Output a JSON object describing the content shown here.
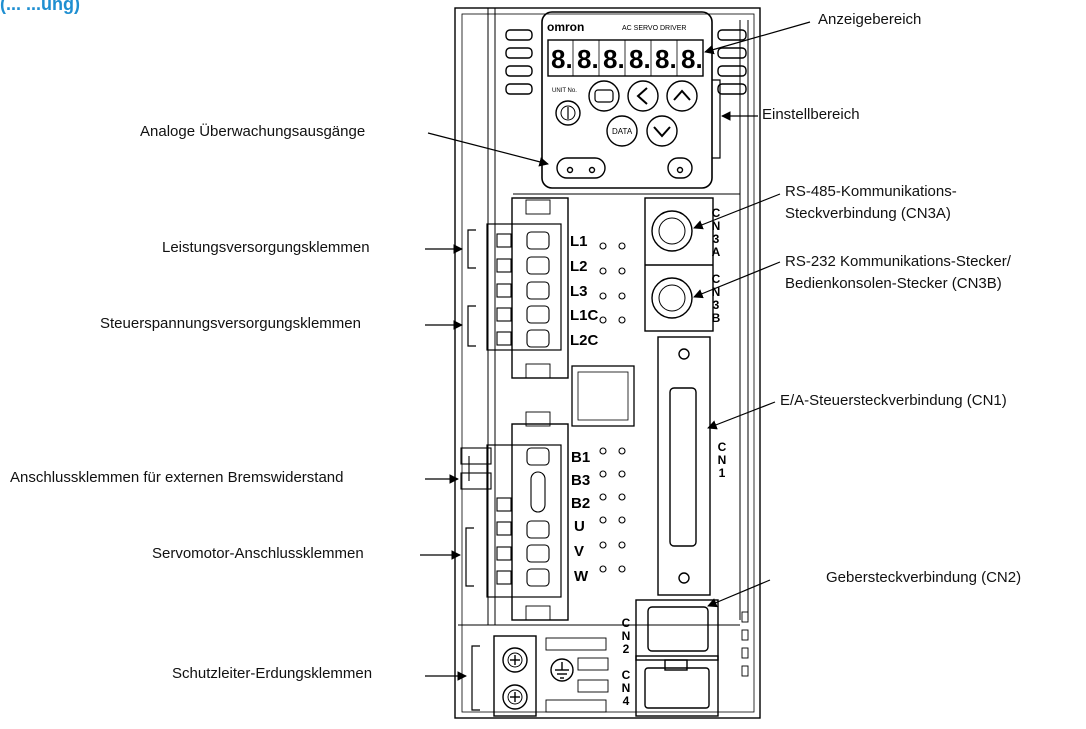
{
  "header": {
    "title_fragment": "(... ...ung)"
  },
  "device": {
    "brand": "omron",
    "model_label": "AC SERVO DRIVER",
    "unit_no_label": "UNIT No.",
    "data_key_label": "DATA",
    "display_digits": [
      "8.",
      "8.",
      "8.",
      "8.",
      "8.",
      "8."
    ],
    "terminal_labels_top": [
      "L1",
      "L2",
      "L3",
      "L1C",
      "L2C"
    ],
    "terminal_labels_bottom": [
      "B1",
      "B3",
      "B2",
      "U",
      "V",
      "W"
    ],
    "connector_labels": {
      "cn3a": "CN3A",
      "cn3b": "CN3B",
      "cn1": "CN1",
      "cn2": "CN2",
      "cn4": "CN4"
    }
  },
  "callouts": {
    "anzeigebereich": "Anzeigebereich",
    "einstellbereich": "Einstellbereich",
    "analog": "Analoge Überwachungsausgänge",
    "leistung": "Leistungsversorgungsklemmen",
    "steuerspannung": "Steuerspannungsversorgungsklemmen",
    "rs485_line1": "RS-485-Kommunikations-",
    "rs485_line2": "Steckverbindung (CN3A)",
    "rs232_line1": "RS-232 Kommunikations-Stecker/",
    "rs232_line2": "Bedienkonsolen-Stecker (CN3B)",
    "ea": "E/A-Steuersteckverbindung (CN1)",
    "brems": "Anschlussklemmen für externen Bremswiderstand",
    "servomotor": "Servomotor-Anschlussklemmen",
    "geber": "Gebersteckverbindung (CN2)",
    "schutz": "Schutzleiter-Erdungsklemmen"
  }
}
